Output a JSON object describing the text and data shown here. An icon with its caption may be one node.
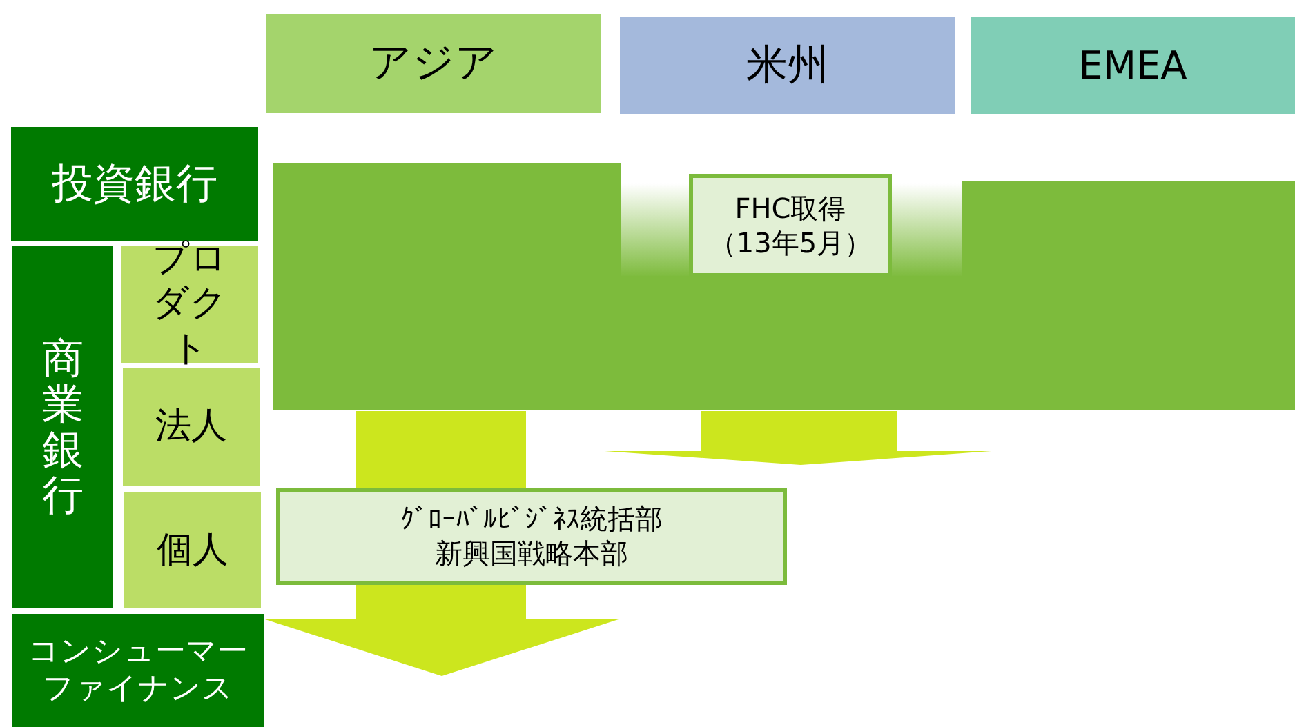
{
  "diagram": {
    "nodes": [
      {
        "text": [
          "アジア"
        ]
      },
      {
        "text": [
          "米州"
        ]
      },
      {
        "text": [
          "EMEA"
        ]
      },
      {
        "text": [
          "投資銀行"
        ]
      },
      {
        "text": [
          "商業銀行"
        ]
      },
      {
        "text": [
          "プロダクト"
        ]
      },
      {
        "text": [
          "法人"
        ]
      },
      {
        "text": [
          "個人"
        ]
      },
      {
        "text": [
          "コンシューマーファイナンス"
        ]
      },
      {
        "text": [],
        "shape": "box"
      },
      {
        "text": [
          "FHC取得（13年5月）"
        ],
        "in": 9
      },
      {
        "text": [
          "ｸﾞﾛｰﾊﾞﾙﾋﾞｼﾞﾈｽ統括部",
          "新興国戦略本部"
        ]
      }
    ],
    "edges": [
      {
        "from": 9,
        "to": null,
        "arrow": "to"
      },
      {
        "from": 9,
        "to": null,
        "arrow": "to"
      }
    ]
  }
}
